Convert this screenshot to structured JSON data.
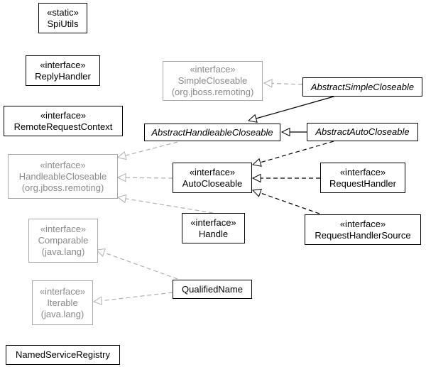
{
  "diagram": {
    "nodes": [
      {
        "id": "spiutils",
        "stereotype": "«static»",
        "name": "SpiUtils",
        "package": "",
        "abstract": false,
        "external": false
      },
      {
        "id": "replyhandler",
        "stereotype": "«interface»",
        "name": "ReplyHandler",
        "package": "",
        "abstract": false,
        "external": false
      },
      {
        "id": "remoterequestcontext",
        "stereotype": "«interface»",
        "name": "RemoteRequestContext",
        "package": "",
        "abstract": false,
        "external": false
      },
      {
        "id": "simplecloseable",
        "stereotype": "«interface»",
        "name": "SimpleCloseable",
        "package": "(org.jboss.remoting)",
        "abstract": false,
        "external": true
      },
      {
        "id": "abstractsimplecloseable",
        "stereotype": "",
        "name": "AbstractSimpleCloseable",
        "package": "",
        "abstract": true,
        "external": false
      },
      {
        "id": "abstracthandleablecloseable",
        "stereotype": "",
        "name": "AbstractHandleableCloseable",
        "package": "",
        "abstract": true,
        "external": false
      },
      {
        "id": "abstractautocloseable",
        "stereotype": "",
        "name": "AbstractAutoCloseable",
        "package": "",
        "abstract": true,
        "external": false
      },
      {
        "id": "handleablecloseable",
        "stereotype": "«interface»",
        "name": "HandleableCloseable",
        "package": "(org.jboss.remoting)",
        "abstract": false,
        "external": true
      },
      {
        "id": "autocloseable",
        "stereotype": "«interface»",
        "name": "AutoCloseable",
        "package": "",
        "abstract": false,
        "external": false
      },
      {
        "id": "requesthandler",
        "stereotype": "«interface»",
        "name": "RequestHandler",
        "package": "",
        "abstract": false,
        "external": false
      },
      {
        "id": "handle",
        "stereotype": "«interface»",
        "name": "Handle",
        "package": "",
        "abstract": false,
        "external": false
      },
      {
        "id": "requesthandlersource",
        "stereotype": "«interface»",
        "name": "RequestHandlerSource",
        "package": "",
        "abstract": false,
        "external": false
      },
      {
        "id": "comparable",
        "stereotype": "«interface»",
        "name": "Comparable",
        "package": "(java.lang)",
        "abstract": false,
        "external": true
      },
      {
        "id": "qualifiedname",
        "stereotype": "",
        "name": "QualifiedName",
        "package": "",
        "abstract": false,
        "external": false
      },
      {
        "id": "iterable",
        "stereotype": "«interface»",
        "name": "Iterable",
        "package": "(java.lang)",
        "abstract": false,
        "external": true
      },
      {
        "id": "namedserviceregistry",
        "stereotype": "",
        "name": "NamedServiceRegistry",
        "package": "",
        "abstract": false,
        "external": false
      }
    ],
    "edges": [
      {
        "from": "abstractsimplecloseable",
        "to": "simplecloseable",
        "kind": "realization",
        "external": true
      },
      {
        "from": "abstractsimplecloseable",
        "to": "abstracthandleablecloseable",
        "kind": "generalization",
        "external": false
      },
      {
        "from": "abstractautocloseable",
        "to": "abstracthandleablecloseable",
        "kind": "generalization",
        "external": false
      },
      {
        "from": "abstracthandleablecloseable",
        "to": "handleablecloseable",
        "kind": "realization",
        "external": true
      },
      {
        "from": "abstractautocloseable",
        "to": "autocloseable",
        "kind": "realization",
        "external": false
      },
      {
        "from": "requesthandler",
        "to": "autocloseable",
        "kind": "realization",
        "external": false
      },
      {
        "from": "requesthandlersource",
        "to": "autocloseable",
        "kind": "realization",
        "external": false
      },
      {
        "from": "autocloseable",
        "to": "handleablecloseable",
        "kind": "realization",
        "external": true
      },
      {
        "from": "handle",
        "to": "handleablecloseable",
        "kind": "realization",
        "external": true
      },
      {
        "from": "qualifiedname",
        "to": "comparable",
        "kind": "realization",
        "external": true
      },
      {
        "from": "qualifiedname",
        "to": "iterable",
        "kind": "realization",
        "external": true
      }
    ]
  }
}
